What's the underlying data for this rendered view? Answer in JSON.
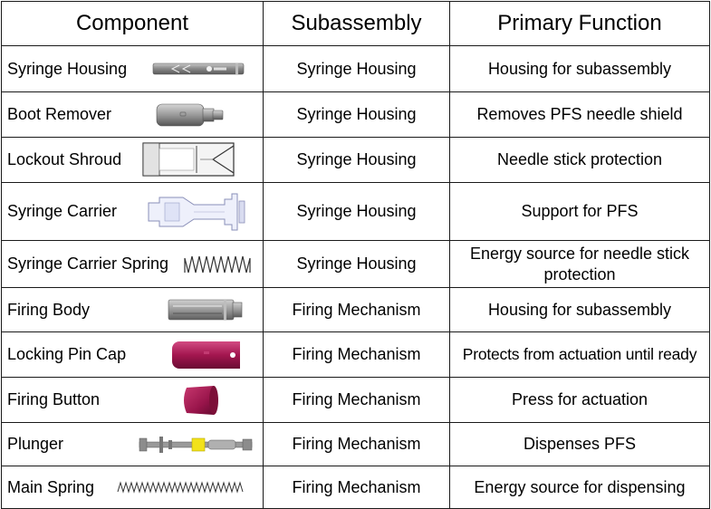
{
  "headers": {
    "component": "Component",
    "subassembly": "Subassembly",
    "function": "Primary Function"
  },
  "rows": [
    {
      "component": "Syringe Housing",
      "subassembly": "Syringe Housing",
      "function": "Housing for subassembly",
      "icon": "syringe-housing-icon"
    },
    {
      "component": "Boot Remover",
      "subassembly": "Syringe Housing",
      "function": "Removes PFS needle shield",
      "icon": "boot-remover-icon"
    },
    {
      "component": "Lockout Shroud",
      "subassembly": "Syringe Housing",
      "function": "Needle stick protection",
      "icon": "lockout-shroud-icon"
    },
    {
      "component": "Syringe Carrier",
      "subassembly": "Syringe Housing",
      "function": "Support for PFS",
      "icon": "syringe-carrier-icon"
    },
    {
      "component": "Syringe Carrier Spring",
      "subassembly": "Syringe Housing",
      "function": "Energy source for needle stick protection",
      "icon": "carrier-spring-icon"
    },
    {
      "component": "Firing Body",
      "subassembly": "Firing Mechanism",
      "function": "Housing for subassembly",
      "icon": "firing-body-icon"
    },
    {
      "component": "Locking Pin Cap",
      "subassembly": "Firing Mechanism",
      "function": "Protects from actuation until ready",
      "icon": "locking-pin-cap-icon"
    },
    {
      "component": "Firing Button",
      "subassembly": "Firing Mechanism",
      "function": "Press for actuation",
      "icon": "firing-button-icon"
    },
    {
      "component": "Plunger",
      "subassembly": "Firing Mechanism",
      "function": "Dispenses PFS",
      "icon": "plunger-icon"
    },
    {
      "component": "Main Spring",
      "subassembly": "Firing Mechanism",
      "function": "Energy source for dispensing",
      "icon": "main-spring-icon"
    }
  ],
  "colors": {
    "border": "#1a1a1a",
    "metal": "#8a8a8a",
    "magenta": "#a3164f",
    "yellow": "#f2e21a"
  }
}
